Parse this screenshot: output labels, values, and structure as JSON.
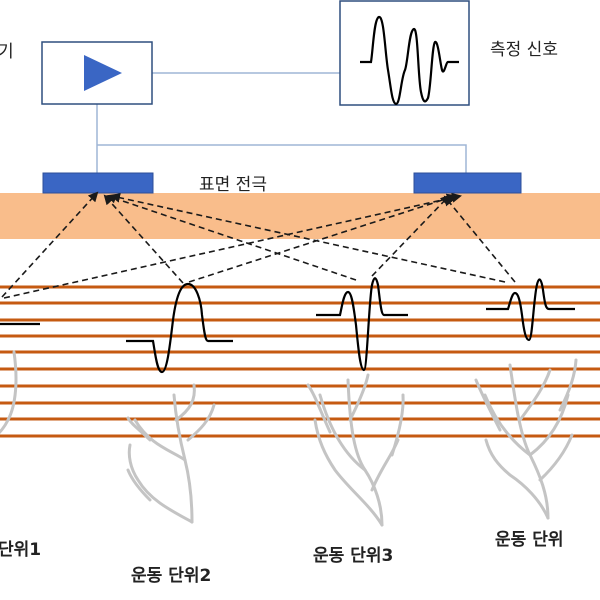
{
  "labels": {
    "amplifier_partial": "기",
    "measured_signal": "측정 신호",
    "surface_electrode": "표면 전극",
    "motor_units": [
      "단위1",
      "운동 단위2",
      "운동 단위3",
      "운동 단위"
    ]
  },
  "colors": {
    "skin": "#f9bd8b",
    "electrode": "#3a66c4",
    "electrode_border": "#2d4f99",
    "amplifier_triangle": "#3a66c4",
    "muscle_fiber": "#c55a11",
    "nerve": "#c4c4c4",
    "wire": "#9fb6d6",
    "box_border": "#2f4f7f",
    "signal": "#000000",
    "arrow": "#1a1a1a"
  },
  "icons": {
    "amplifier": "amplifier-triangle-icon"
  }
}
